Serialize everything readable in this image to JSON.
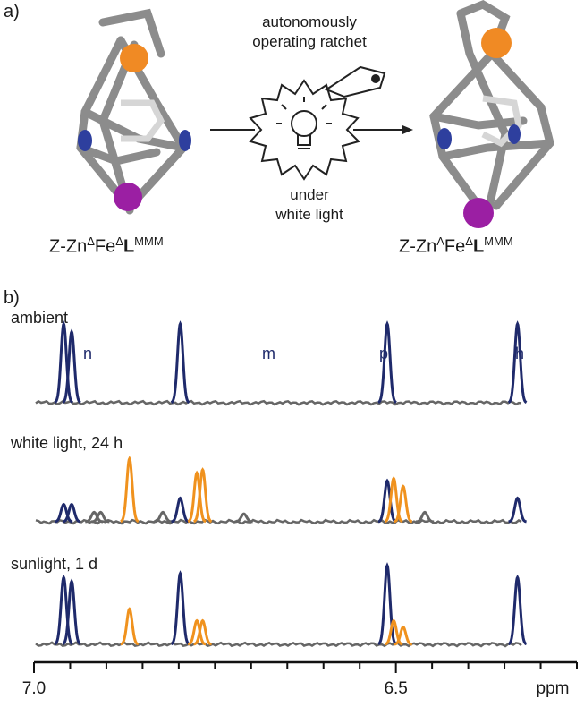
{
  "panel_a": {
    "label": "a)",
    "ratchet_caption_top": "autonomously operating ratchet",
    "ratchet_caption_top_line1": "autonomously",
    "ratchet_caption_top_line2": "operating ratchet",
    "ratchet_caption_bottom_line1": "under",
    "ratchet_caption_bottom_line2": "white light",
    "left_formula": {
      "prefix": "Z-Zn",
      "sup1": "Δ",
      "mid": "Fe",
      "sup2": "Δ",
      "bold": "L",
      "sup3": "MMM"
    },
    "right_formula": {
      "prefix": "Z-Zn",
      "sup1": "Λ",
      "mid": "Fe",
      "sup2": "Δ",
      "bold": "L",
      "sup3": "MMM"
    },
    "colors": {
      "zn_sphere": "#f08a24",
      "fe_sphere": "#9b1fa3",
      "nitrogen": "#2e3f9e",
      "frame": "#8c8c8c"
    }
  },
  "panel_b": {
    "label": "b)",
    "traces": [
      {
        "label": "ambient",
        "peak_labels": [
          "n",
          "m",
          "p",
          "h"
        ]
      },
      {
        "label": "white light, 24 h"
      },
      {
        "label": "sunlight, 1 d"
      }
    ],
    "colors": {
      "blue": "#1f2a6b",
      "orange": "#f0921e",
      "baseline": "#666666"
    }
  },
  "chart_data": {
    "type": "line",
    "xlabel": "ppm",
    "x_axis_reversed": true,
    "xlim": [
      7.0,
      6.25
    ],
    "ticks": [
      {
        "value": 7.0,
        "label": "7.0"
      },
      {
        "value": 6.5,
        "label": "6.5"
      },
      {
        "value": 6.25,
        "label": "ppm"
      }
    ],
    "series": [
      {
        "name": "ambient",
        "peaks": [
          {
            "ppm": 6.959,
            "height": 1.0,
            "color": "blue"
          },
          {
            "ppm": 6.948,
            "height": 0.9,
            "color": "blue"
          },
          {
            "ppm": 6.798,
            "height": 1.0,
            "color": "blue"
          },
          {
            "ppm": 6.512,
            "height": 1.0,
            "color": "blue"
          },
          {
            "ppm": 6.332,
            "height": 1.0,
            "color": "blue"
          }
        ]
      },
      {
        "name": "white light, 24 h",
        "peaks": [
          {
            "ppm": 6.959,
            "height": 0.22,
            "color": "blue"
          },
          {
            "ppm": 6.948,
            "height": 0.22,
            "color": "blue"
          },
          {
            "ppm": 6.917,
            "height": 0.12,
            "color": "gray"
          },
          {
            "ppm": 6.908,
            "height": 0.12,
            "color": "gray"
          },
          {
            "ppm": 6.868,
            "height": 0.8,
            "color": "orange"
          },
          {
            "ppm": 6.822,
            "height": 0.12,
            "color": "gray"
          },
          {
            "ppm": 6.798,
            "height": 0.3,
            "color": "blue"
          },
          {
            "ppm": 6.775,
            "height": 0.62,
            "color": "orange"
          },
          {
            "ppm": 6.767,
            "height": 0.66,
            "color": "orange"
          },
          {
            "ppm": 6.71,
            "height": 0.1,
            "color": "gray"
          },
          {
            "ppm": 6.512,
            "height": 0.52,
            "color": "blue"
          },
          {
            "ppm": 6.503,
            "height": 0.55,
            "color": "orange"
          },
          {
            "ppm": 6.49,
            "height": 0.45,
            "color": "orange"
          },
          {
            "ppm": 6.46,
            "height": 0.12,
            "color": "gray"
          },
          {
            "ppm": 6.332,
            "height": 0.3,
            "color": "blue"
          }
        ]
      },
      {
        "name": "sunlight, 1 d",
        "peaks": [
          {
            "ppm": 6.959,
            "height": 0.85,
            "color": "blue"
          },
          {
            "ppm": 6.948,
            "height": 0.8,
            "color": "blue"
          },
          {
            "ppm": 6.868,
            "height": 0.45,
            "color": "orange"
          },
          {
            "ppm": 6.798,
            "height": 0.9,
            "color": "blue"
          },
          {
            "ppm": 6.775,
            "height": 0.3,
            "color": "orange"
          },
          {
            "ppm": 6.767,
            "height": 0.3,
            "color": "orange"
          },
          {
            "ppm": 6.512,
            "height": 1.0,
            "color": "blue"
          },
          {
            "ppm": 6.503,
            "height": 0.3,
            "color": "orange"
          },
          {
            "ppm": 6.49,
            "height": 0.22,
            "color": "orange"
          },
          {
            "ppm": 6.332,
            "height": 0.85,
            "color": "blue"
          }
        ]
      }
    ]
  }
}
